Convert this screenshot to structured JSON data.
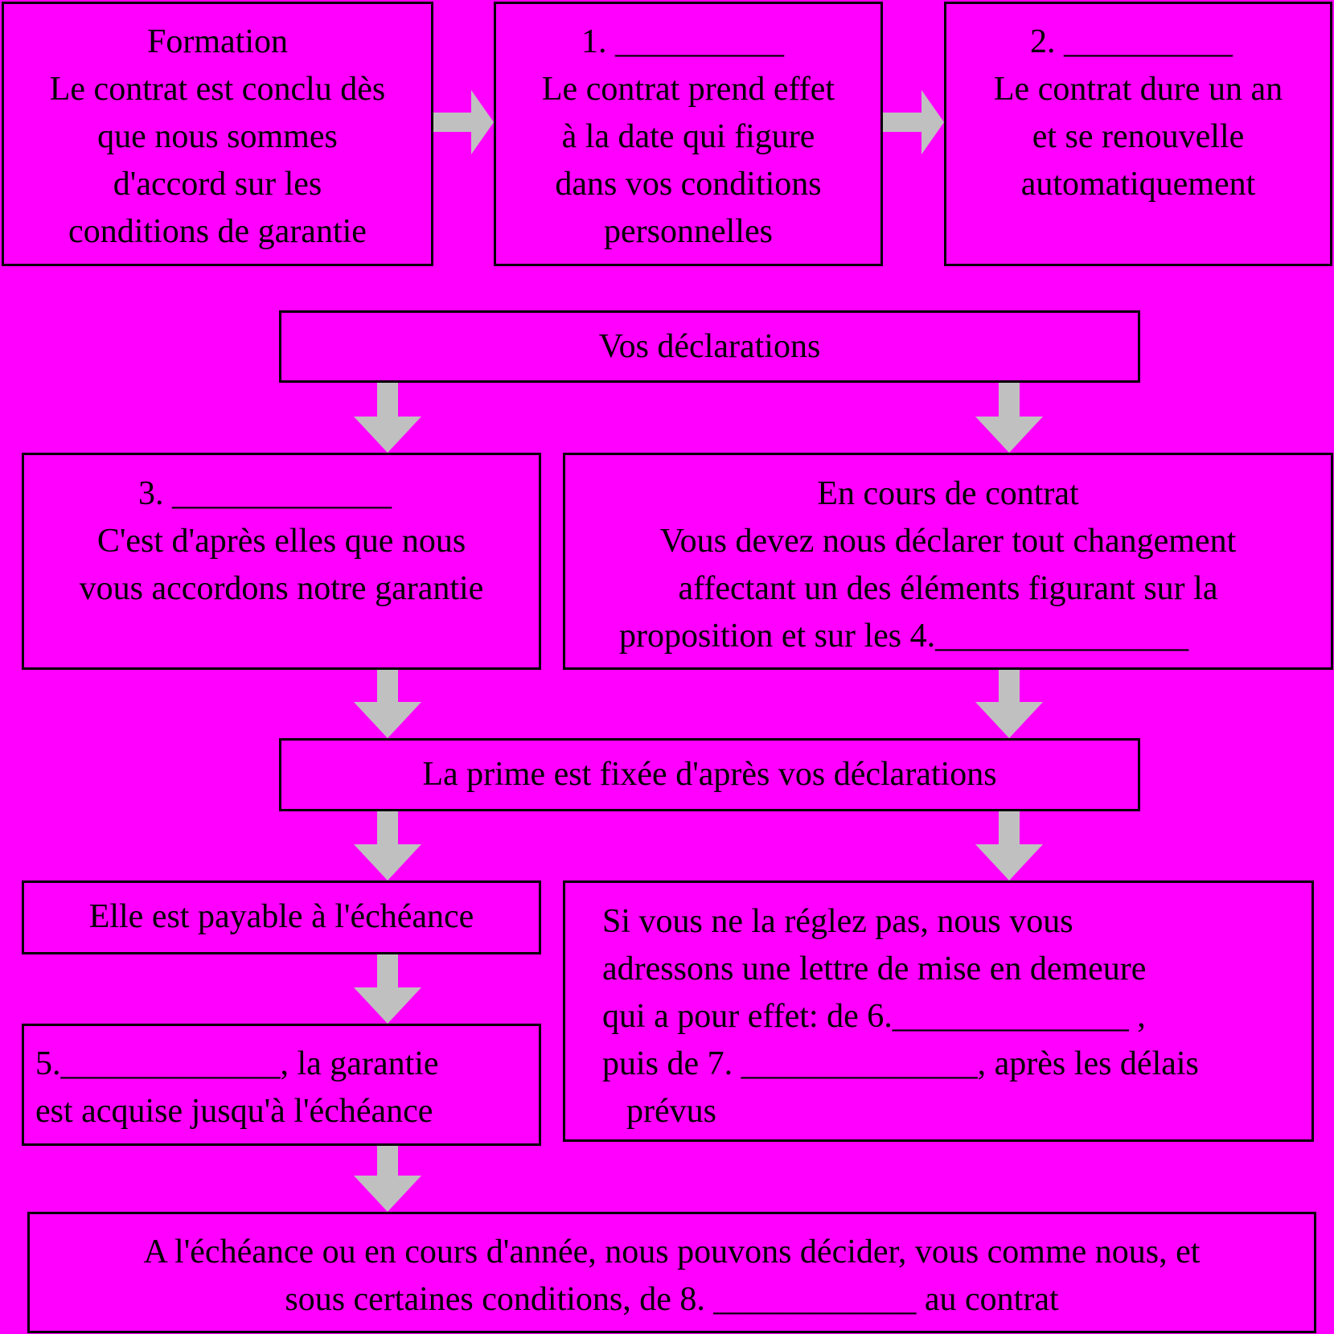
{
  "colors": {
    "background": "#FF00FF",
    "arrow": "#C0C0C0",
    "border": "#000000",
    "text": "#000000"
  },
  "boxes": {
    "formation": {
      "title": "Formation",
      "lines": [
        "Le contrat est conclu dès",
        "que nous sommes",
        "d'accord sur les",
        "conditions de garantie"
      ]
    },
    "step1": {
      "title": "1. __________",
      "lines": [
        "Le contrat prend effet",
        "à la date qui figure",
        "dans vos conditions",
        "personnelles"
      ]
    },
    "step2": {
      "title": "2. __________",
      "lines": [
        "Le contrat dure un an",
        "et se renouvelle",
        "automatiquement"
      ]
    },
    "declarations": {
      "label": "Vos déclarations"
    },
    "step3": {
      "title": "3. _____________",
      "lines": [
        "C'est d'après elles que nous",
        "vous accordons notre garantie"
      ]
    },
    "en_cours": {
      "title": "En cours de contrat",
      "lines": [
        "Vous devez nous déclarer tout changement",
        "affectant un des éléments figurant sur la",
        "proposition et sur les 4._______________"
      ]
    },
    "prime": {
      "label": "La prime est fixée d'après vos déclarations"
    },
    "payable": {
      "label": "Elle est payable à l'échéance"
    },
    "step5": {
      "lines": [
        "5._____________, la garantie",
        "est acquise jusqu'à l'échéance"
      ]
    },
    "non_paiement": {
      "lines": [
        "Si vous ne la réglez pas, nous vous",
        "adressons une lettre de mise en demeure",
        "qui a pour effet: de 6.______________ ,",
        "puis de 7. ______________, après les délais",
        "prévus"
      ]
    },
    "final": {
      "lines": [
        "A l'échéance ou en cours d'année, nous pouvons décider, vous comme nous, et",
        "sous certaines conditions, de 8. ____________ au contrat"
      ]
    }
  }
}
